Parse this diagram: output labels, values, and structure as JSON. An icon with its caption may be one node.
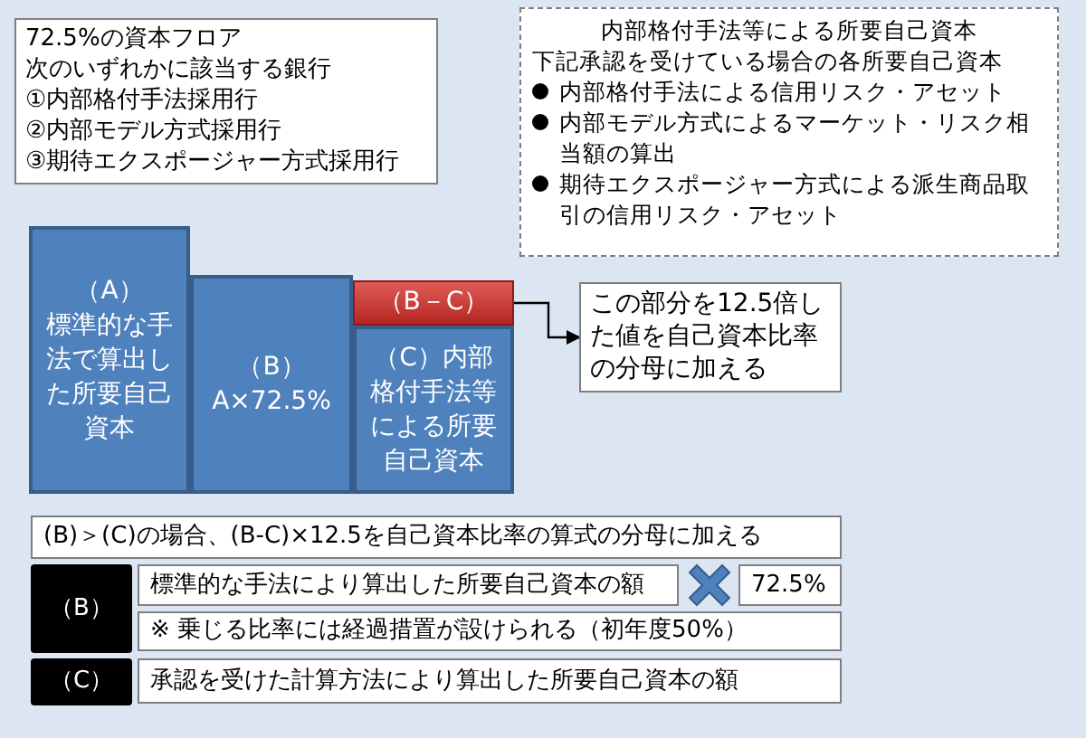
{
  "diagram": {
    "nodes": [
      {
        "text": [
          "72.5%の資本フロア",
          "次のいずれかに該当する銀行",
          "①内部格付手法採用行",
          "②内部モデル方式採用行",
          "③期待エクスポージャー方式採用行"
        ]
      },
      {
        "text": [
          "内部格付手法等による所要自己資本",
          "下記承認を受けている場合の各所要自己資本",
          "内部格付手法による信用リスク・アセット",
          "内部モデル方式によるマーケット・リスク相当額の算出",
          "期待エクスポージャー方式による派生商品取引の信用リスク・アセット"
        ]
      },
      {
        "text": [
          "（A）",
          "標準的な手法で算出した所要自己資本"
        ]
      },
      {
        "text": [
          "（B）",
          "A×72.5%"
        ]
      },
      {
        "text": [
          "（B－C）"
        ]
      },
      {
        "text": [
          "（C）内部格付手法等による所要自己資本"
        ]
      },
      {
        "text": [
          "この部分を12.5倍した値を自己資本比率の分母に加える"
        ]
      },
      {
        "text": [
          "(B)＞(C)の場合、(B-C)×12.5を自己資本比率の算式の分母に加える"
        ]
      },
      {
        "text": [
          "（B）"
        ]
      },
      {
        "text": [
          "標準的な手法により算出した所要自己資本の額"
        ]
      },
      {
        "text": [
          "72.5%"
        ]
      },
      {
        "text": [
          "※ 乗じる比率には経過措置が設けられる（初年度50%）"
        ]
      },
      {
        "text": [
          "（C）"
        ]
      },
      {
        "text": [
          "承認を受けた計算方法により算出した所要自己資本の額"
        ]
      }
    ],
    "edges": [
      {
        "from": 4,
        "to": 6,
        "arrow": "to"
      }
    ]
  }
}
